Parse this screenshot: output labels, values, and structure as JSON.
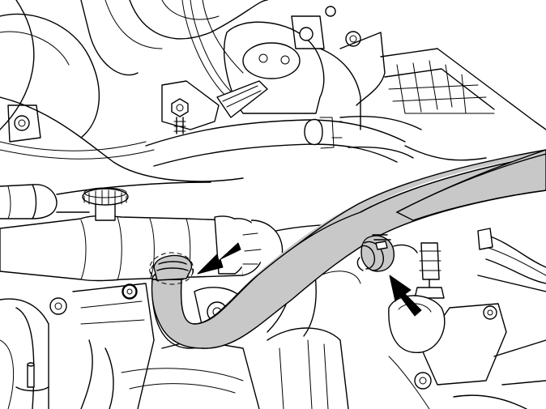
{
  "illustration": {
    "hose_fill": "#c8c8c8",
    "line_color": "#000000",
    "background": "#ffffff",
    "arrows": [
      {
        "id": "arrow-hose-to-pipe-end",
        "direction": "down-left"
      },
      {
        "id": "arrow-clamp-fitting",
        "direction": "up-left"
      }
    ]
  }
}
